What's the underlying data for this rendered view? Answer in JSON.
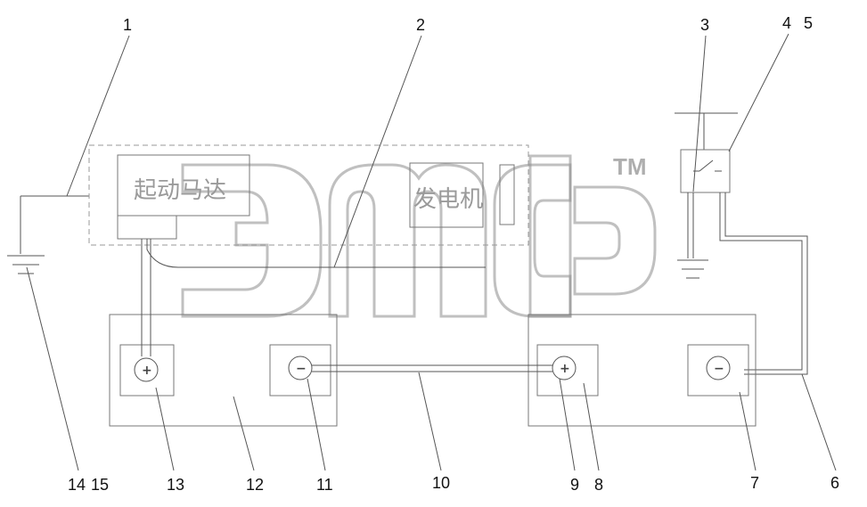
{
  "callouts": {
    "c1": "1",
    "c2": "2",
    "c3": "3",
    "c4": "4",
    "c5": "5",
    "c6": "6",
    "c7": "7",
    "c8": "8",
    "c9": "9",
    "c10": "10",
    "c11": "11",
    "c12": "12",
    "c13": "13",
    "c14": "14",
    "c15": "15"
  },
  "labels": {
    "starter_motor": "起动马达",
    "generator": "发电机"
  },
  "terminal_signs": {
    "plus": "+",
    "minus": "−"
  },
  "watermark": {
    "trademark": "TM"
  }
}
